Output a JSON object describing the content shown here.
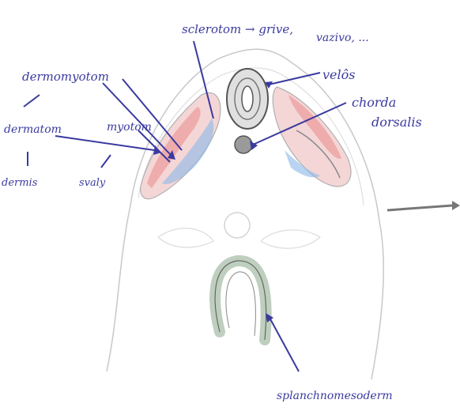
{
  "labels": {
    "sclerotom": "sclerotom → grive,",
    "sclerotom_line2": "vazivo, ...",
    "dermomyotom": "dermomyotom",
    "dermatom": "dermatom",
    "myotom": "myotom",
    "dermis": "dermis",
    "muscle": "svaly",
    "neural_tube": "velôs",
    "chorda": "chorda",
    "chorda_line2": "dorsalis",
    "splanchnomesoderm": "splanchnomesoderm"
  },
  "colors": {
    "ink": "#3a3aa0",
    "pencil": "#9a9a9a",
    "dermatom_red": "#e98a8a",
    "myotom_blue": "#8ab8e8",
    "arrow_grey": "#777777",
    "gut_green": "#8aa88a"
  }
}
